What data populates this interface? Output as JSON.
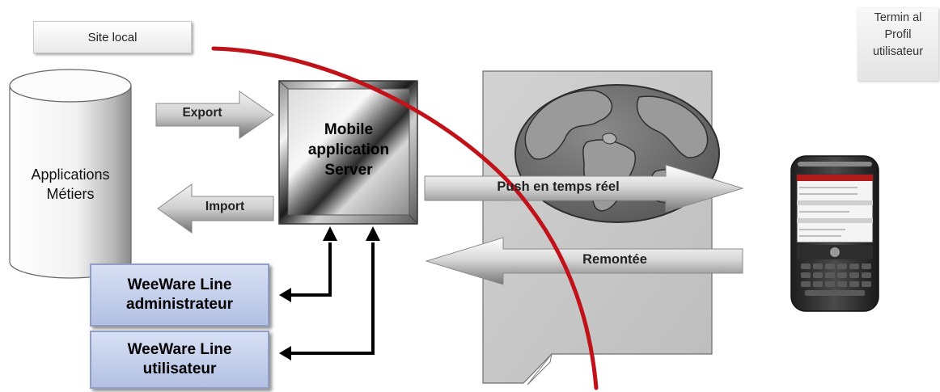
{
  "site_local": "Site local",
  "terminal_profile": [
    "Termin al",
    "Profil",
    "utilisateur"
  ],
  "applications": [
    "Applications",
    "Métiers"
  ],
  "server": [
    "Mobile",
    "application",
    "Server"
  ],
  "export_label": "Export",
  "import_label": "Import",
  "push_label": "Push en temps réel",
  "remontee_label": "Remontée",
  "weeware_admin": [
    "WeeWare Line",
    "administrateur"
  ],
  "weeware_user": [
    "WeeWare Line",
    "utilisateur"
  ],
  "colors": {
    "boundary": "#c1121a",
    "admin_box": "#c2cdea",
    "arrow_dark": "#000000"
  }
}
